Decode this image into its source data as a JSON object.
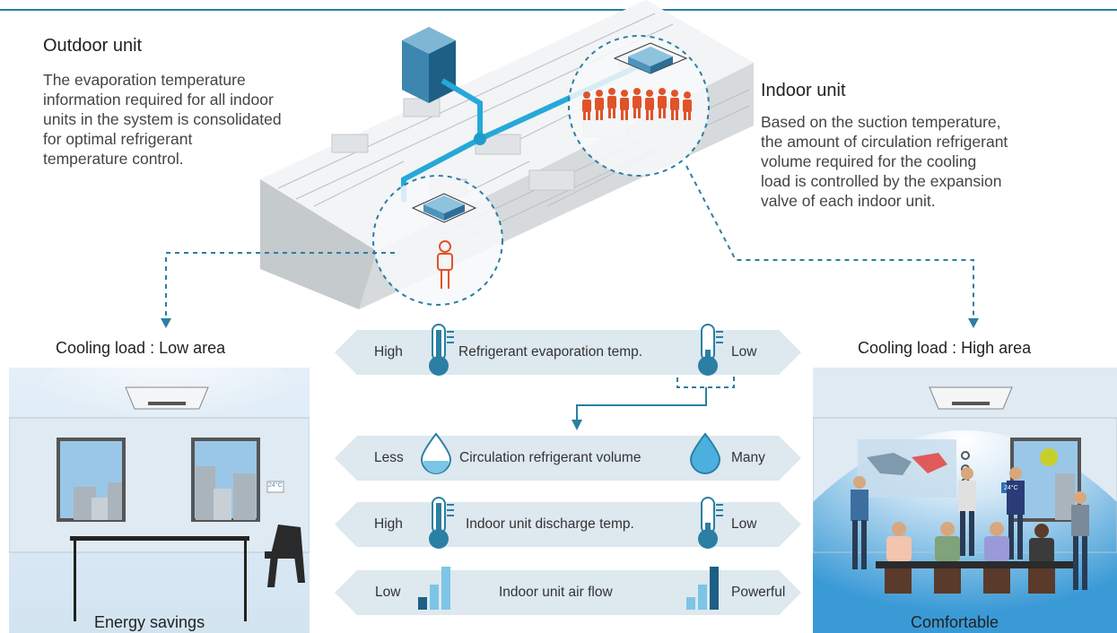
{
  "outdoor": {
    "title": "Outdoor unit",
    "description": "The evaporation temperature\ninformation required for all indoor\nunits in the system is consolidated\nfor optimal refrigerant\ntemperature control."
  },
  "indoor": {
    "title": "Indoor unit",
    "description": "Based on the suction temperature,\nthe amount of circulation refrigerant\nvolume required for the cooling\nload is controlled by the expansion\nvalve of each indoor unit."
  },
  "low_area": {
    "title": "Cooling load : Low area",
    "caption": "Energy savings",
    "display": "24°C"
  },
  "high_area": {
    "title": "Cooling load : High area",
    "caption": "Comfortable",
    "display": "24°C"
  },
  "rows": [
    {
      "left": "High",
      "center": "Refrigerant evaporation temp.",
      "right": "Low"
    },
    {
      "left": "Less",
      "center": "Circulation refrigerant volume",
      "right": "Many"
    },
    {
      "left": "High",
      "center": "Indoor unit discharge temp.",
      "right": "Low"
    },
    {
      "left": "Low",
      "center": "Indoor unit air flow",
      "right": "Powerful"
    }
  ],
  "colors": {
    "accent": "#2a7fa3",
    "pipe": "#25a9d8",
    "people": "#e0532a",
    "chevron": "#dde8ef"
  }
}
